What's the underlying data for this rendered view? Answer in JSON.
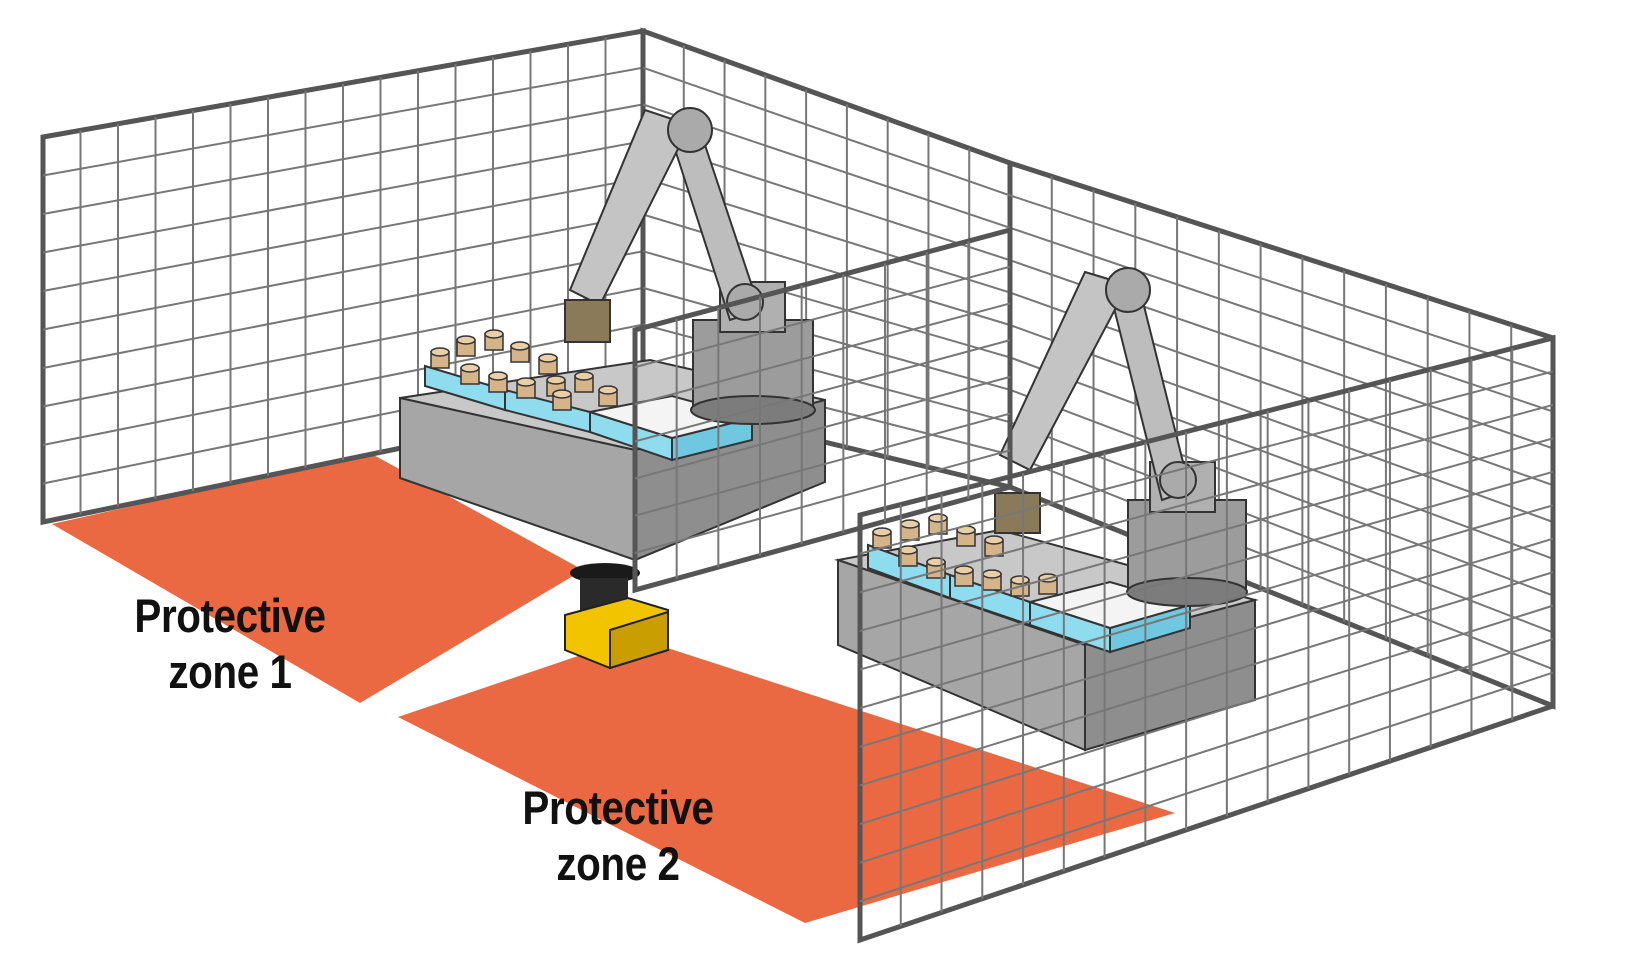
{
  "zones": [
    {
      "line1": "Protective",
      "line2": "zone 1"
    },
    {
      "line1": "Protective",
      "line2": "zone 2"
    }
  ],
  "colors": {
    "protective_zone": "#ea6842",
    "fence": "#444444",
    "robot": "#9c9c9c",
    "conveyor_base": "#a6a6a6",
    "tray": "#8fdcef",
    "parts": "#d6b48a",
    "scanner": "#f2c400"
  },
  "icons": [
    "robot-arm-icon",
    "laser-scanner-icon",
    "safety-fence-icon"
  ]
}
